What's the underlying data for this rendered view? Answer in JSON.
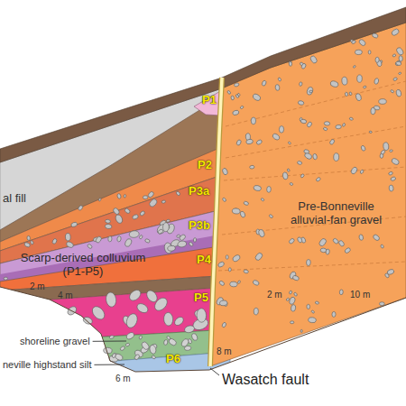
{
  "diagram": {
    "labels": [
      "P1",
      "P2",
      "P3a",
      "P3b",
      "P4",
      "P5",
      "P6",
      "al fill",
      "Pre-Bonneville alluvial-fan gravel",
      "Scarp-derived colluvium (P1-P5)",
      "2 m",
      "4 m",
      "6 m",
      "8 m",
      "2 m",
      "10 m",
      "shoreline gravel",
      "neville highstand silt",
      "Wasatch fault"
    ]
  }
}
